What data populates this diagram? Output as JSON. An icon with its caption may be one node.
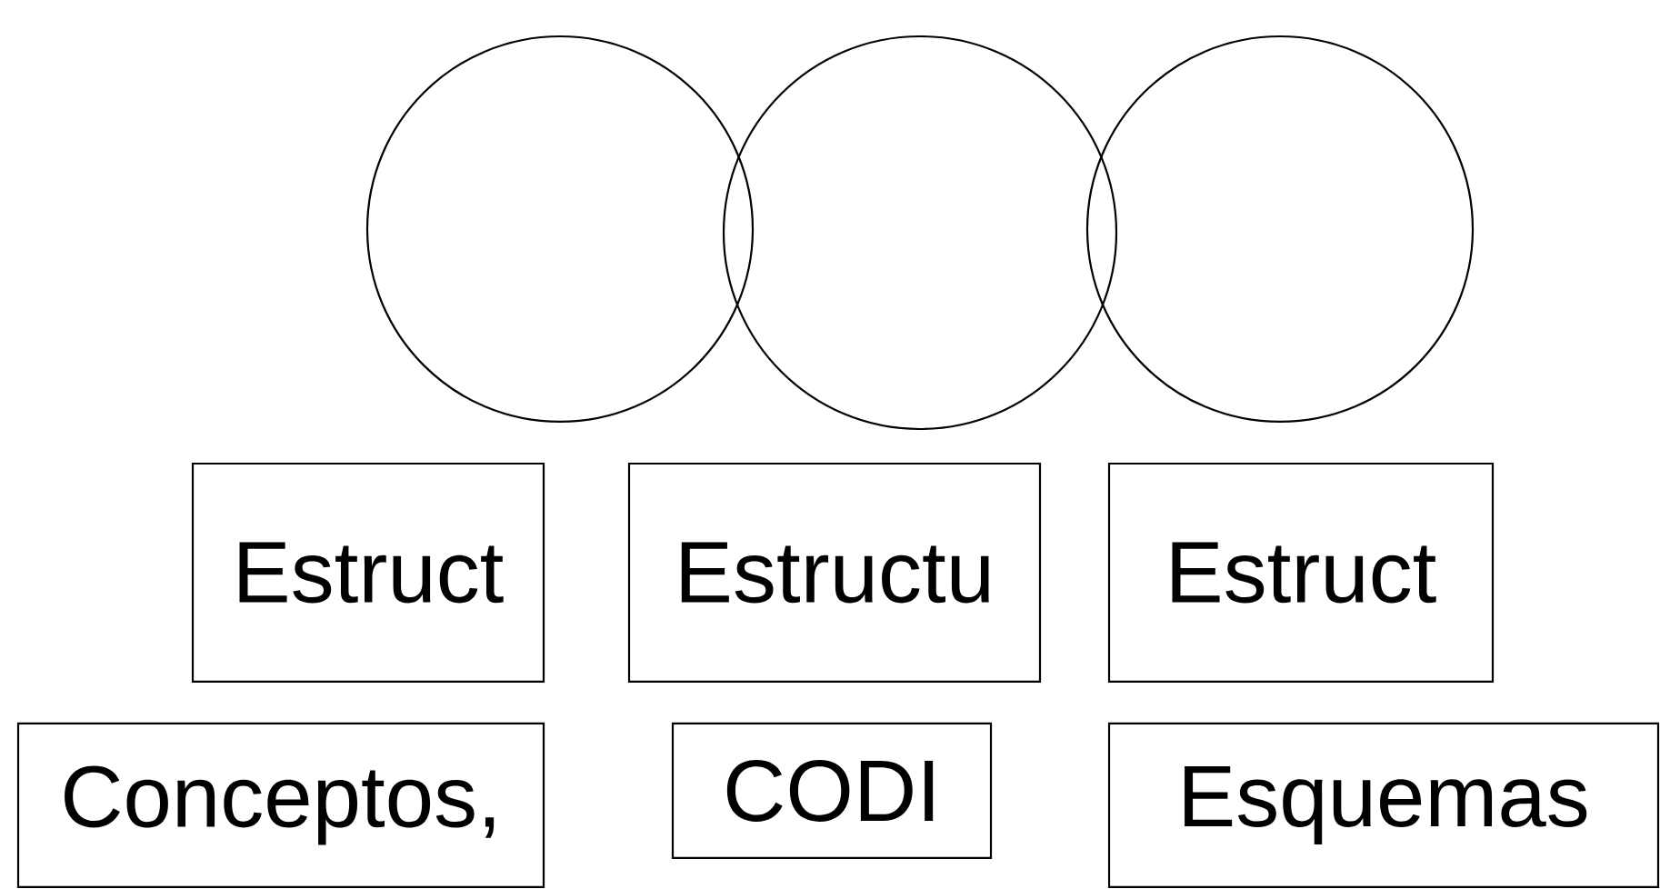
{
  "diagram": {
    "nodes": [
      {
        "text": [],
        "shape": "circle"
      },
      {
        "text": [],
        "shape": "circle"
      },
      {
        "text": [],
        "shape": "circle"
      },
      {
        "text": [
          "Estruct"
        ]
      },
      {
        "text": [
          "Estructu"
        ]
      },
      {
        "text": [
          "Estruct"
        ]
      },
      {
        "text": [
          "Conceptos,"
        ]
      },
      {
        "text": [
          "CODI"
        ]
      },
      {
        "text": [
          "Esquemas"
        ]
      }
    ]
  }
}
